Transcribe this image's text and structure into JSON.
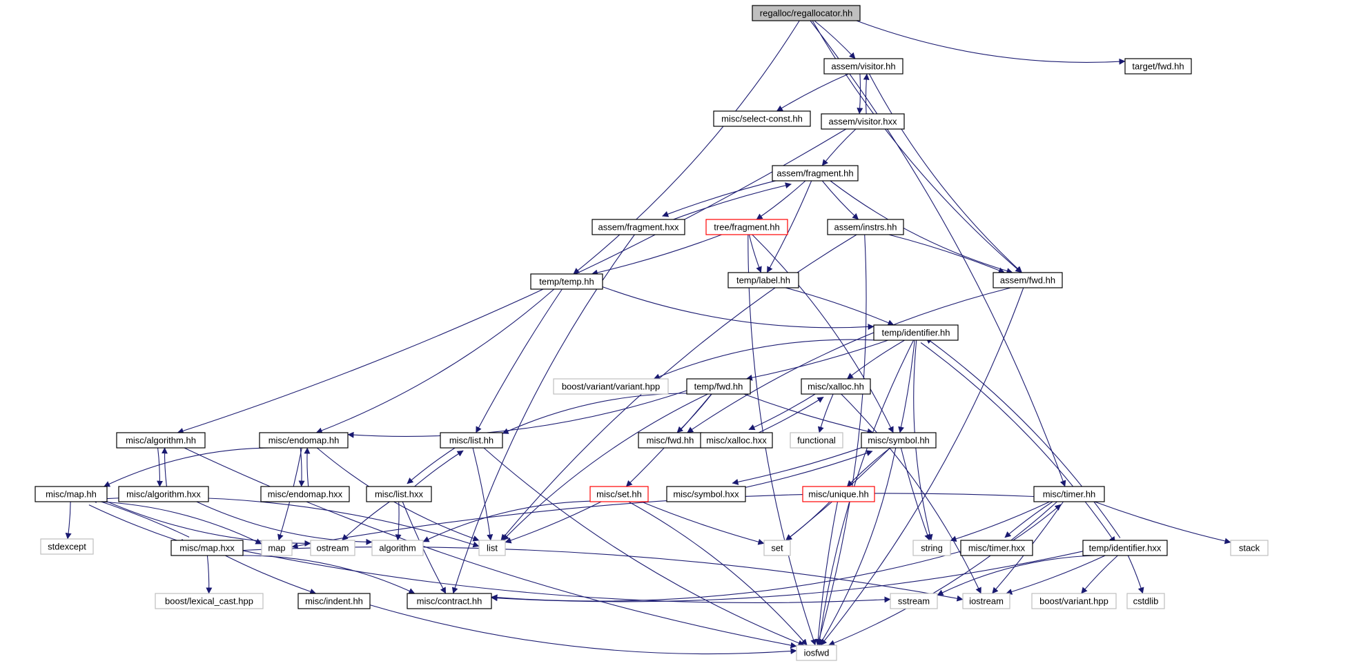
{
  "colors": {
    "edge": "#191970",
    "node_border": "#000000",
    "root_fill": "#bfbfbf",
    "external_border": "#bfbfbf",
    "red_border": "#ff0000",
    "text": "#000000",
    "external_text": "#000000"
  },
  "nodes": [
    {
      "id": "regallocator",
      "label": "regalloc/regallocator.hh",
      "kind": "root"
    },
    {
      "id": "visitor_hh",
      "label": "assem/visitor.hh",
      "kind": "normal"
    },
    {
      "id": "target_fwd",
      "label": "target/fwd.hh",
      "kind": "normal"
    },
    {
      "id": "select_const",
      "label": "misc/select-const.hh",
      "kind": "normal"
    },
    {
      "id": "visitor_hxx",
      "label": "assem/visitor.hxx",
      "kind": "normal"
    },
    {
      "id": "fragment_hh",
      "label": "assem/fragment.hh",
      "kind": "normal"
    },
    {
      "id": "fragment_hxx",
      "label": "assem/fragment.hxx",
      "kind": "normal"
    },
    {
      "id": "tree_fragment",
      "label": "tree/fragment.hh",
      "kind": "red"
    },
    {
      "id": "instrs",
      "label": "assem/instrs.hh",
      "kind": "normal"
    },
    {
      "id": "temp_temp",
      "label": "temp/temp.hh",
      "kind": "normal"
    },
    {
      "id": "temp_label",
      "label": "temp/label.hh",
      "kind": "normal"
    },
    {
      "id": "assem_fwd",
      "label": "assem/fwd.hh",
      "kind": "normal"
    },
    {
      "id": "identifier_hh",
      "label": "temp/identifier.hh",
      "kind": "normal"
    },
    {
      "id": "boost_variant_variant",
      "label": "boost/variant/variant.hpp",
      "kind": "external"
    },
    {
      "id": "temp_fwd",
      "label": "temp/fwd.hh",
      "kind": "normal"
    },
    {
      "id": "xalloc_hh",
      "label": "misc/xalloc.hh",
      "kind": "normal"
    },
    {
      "id": "algorithm_hh",
      "label": "misc/algorithm.hh",
      "kind": "normal"
    },
    {
      "id": "endomap_hh",
      "label": "misc/endomap.hh",
      "kind": "normal"
    },
    {
      "id": "list_hh",
      "label": "misc/list.hh",
      "kind": "normal"
    },
    {
      "id": "misc_fwd",
      "label": "misc/fwd.hh",
      "kind": "normal"
    },
    {
      "id": "xalloc_hxx",
      "label": "misc/xalloc.hxx",
      "kind": "normal"
    },
    {
      "id": "functional",
      "label": "functional",
      "kind": "external"
    },
    {
      "id": "symbol_hh",
      "label": "misc/symbol.hh",
      "kind": "normal"
    },
    {
      "id": "map_hh",
      "label": "misc/map.hh",
      "kind": "normal"
    },
    {
      "id": "algorithm_hxx",
      "label": "misc/algorithm.hxx",
      "kind": "normal"
    },
    {
      "id": "endomap_hxx",
      "label": "misc/endomap.hxx",
      "kind": "normal"
    },
    {
      "id": "list_hxx",
      "label": "misc/list.hxx",
      "kind": "normal"
    },
    {
      "id": "set_hh",
      "label": "misc/set.hh",
      "kind": "red"
    },
    {
      "id": "symbol_hxx",
      "label": "misc/symbol.hxx",
      "kind": "normal"
    },
    {
      "id": "unique_hh",
      "label": "misc/unique.hh",
      "kind": "red"
    },
    {
      "id": "timer_hh",
      "label": "misc/timer.hh",
      "kind": "normal"
    },
    {
      "id": "stdexcept",
      "label": "stdexcept",
      "kind": "external"
    },
    {
      "id": "map_hxx",
      "label": "misc/map.hxx",
      "kind": "normal"
    },
    {
      "id": "map",
      "label": "map",
      "kind": "external"
    },
    {
      "id": "ostream",
      "label": "ostream",
      "kind": "external"
    },
    {
      "id": "algorithm",
      "label": "algorithm",
      "kind": "external"
    },
    {
      "id": "list",
      "label": "list",
      "kind": "external"
    },
    {
      "id": "set",
      "label": "set",
      "kind": "external"
    },
    {
      "id": "string",
      "label": "string",
      "kind": "external"
    },
    {
      "id": "timer_hxx",
      "label": "misc/timer.hxx",
      "kind": "normal"
    },
    {
      "id": "identifier_hxx",
      "label": "temp/identifier.hxx",
      "kind": "normal"
    },
    {
      "id": "stack",
      "label": "stack",
      "kind": "external"
    },
    {
      "id": "lexical_cast",
      "label": "boost/lexical_cast.hpp",
      "kind": "external"
    },
    {
      "id": "indent_hh",
      "label": "misc/indent.hh",
      "kind": "normal"
    },
    {
      "id": "contract_hh",
      "label": "misc/contract.hh",
      "kind": "normal"
    },
    {
      "id": "sstream",
      "label": "sstream",
      "kind": "external"
    },
    {
      "id": "iostream",
      "label": "iostream",
      "kind": "external"
    },
    {
      "id": "boost_variant",
      "label": "boost/variant.hpp",
      "kind": "external"
    },
    {
      "id": "cstdlib",
      "label": "cstdlib",
      "kind": "external"
    },
    {
      "id": "iosfwd",
      "label": "iosfwd",
      "kind": "external"
    }
  ],
  "edges": [
    [
      "regallocator",
      "visitor_hh"
    ],
    [
      "regallocator",
      "target_fwd"
    ],
    [
      "regallocator",
      "temp_temp"
    ],
    [
      "regallocator",
      "assem_fwd"
    ],
    [
      "regallocator",
      "timer_hh"
    ],
    [
      "visitor_hh",
      "select_const"
    ],
    [
      "visitor_hh",
      "visitor_hxx"
    ],
    [
      "visitor_hh",
      "assem_fwd"
    ],
    [
      "visitor_hxx",
      "visitor_hh"
    ],
    [
      "visitor_hxx",
      "fragment_hh"
    ],
    [
      "visitor_hxx",
      "algorithm_hh"
    ],
    [
      "fragment_hh",
      "fragment_hxx"
    ],
    [
      "fragment_hh",
      "tree_fragment"
    ],
    [
      "fragment_hh",
      "instrs"
    ],
    [
      "fragment_hh",
      "temp_label"
    ],
    [
      "fragment_hh",
      "assem_fwd"
    ],
    [
      "fragment_hxx",
      "fragment_hh"
    ],
    [
      "fragment_hxx",
      "contract_hh"
    ],
    [
      "tree_fragment",
      "temp_temp"
    ],
    [
      "tree_fragment",
      "temp_label"
    ],
    [
      "tree_fragment",
      "symbol_hh"
    ],
    [
      "tree_fragment",
      "iosfwd"
    ],
    [
      "instrs",
      "assem_fwd"
    ],
    [
      "instrs",
      "list"
    ],
    [
      "instrs",
      "iosfwd"
    ],
    [
      "temp_temp",
      "identifier_hh"
    ],
    [
      "temp_temp",
      "endomap_hh"
    ],
    [
      "temp_temp",
      "list_hh"
    ],
    [
      "temp_label",
      "identifier_hh"
    ],
    [
      "assem_fwd",
      "misc_fwd"
    ],
    [
      "assem_fwd",
      "iosfwd"
    ],
    [
      "identifier_hh",
      "boost_variant_variant"
    ],
    [
      "identifier_hh",
      "temp_fwd"
    ],
    [
      "identifier_hh",
      "xalloc_hh"
    ],
    [
      "identifier_hh",
      "symbol_hh"
    ],
    [
      "identifier_hh",
      "string"
    ],
    [
      "identifier_hh",
      "identifier_hxx"
    ],
    [
      "identifier_hh",
      "iosfwd"
    ],
    [
      "temp_fwd",
      "endomap_hh"
    ],
    [
      "temp_fwd",
      "list_hh"
    ],
    [
      "temp_fwd",
      "misc_fwd"
    ],
    [
      "temp_fwd",
      "symbol_hh"
    ],
    [
      "temp_fwd",
      "set_hh"
    ],
    [
      "temp_fwd",
      "list"
    ],
    [
      "xalloc_hh",
      "xalloc_hxx"
    ],
    [
      "xalloc_hh",
      "functional"
    ],
    [
      "xalloc_hh",
      "iostream"
    ],
    [
      "xalloc_hxx",
      "xalloc_hh"
    ],
    [
      "algorithm_hh",
      "algorithm_hxx"
    ],
    [
      "algorithm_hh",
      "iosfwd"
    ],
    [
      "algorithm_hxx",
      "algorithm_hh"
    ],
    [
      "algorithm_hxx",
      "algorithm"
    ],
    [
      "endomap_hh",
      "endomap_hxx"
    ],
    [
      "endomap_hh",
      "map_hh"
    ],
    [
      "endomap_hh",
      "map"
    ],
    [
      "endomap_hh",
      "list"
    ],
    [
      "endomap_hxx",
      "endomap_hh"
    ],
    [
      "list_hh",
      "list_hxx"
    ],
    [
      "list_hh",
      "list"
    ],
    [
      "list_hh",
      "iosfwd"
    ],
    [
      "list_hxx",
      "list_hh"
    ],
    [
      "list_hxx",
      "ostream"
    ],
    [
      "list_hxx",
      "algorithm"
    ],
    [
      "list_hxx",
      "contract_hh"
    ],
    [
      "symbol_hh",
      "symbol_hxx"
    ],
    [
      "symbol_hh",
      "unique_hh"
    ],
    [
      "symbol_hh",
      "set"
    ],
    [
      "symbol_hh",
      "string"
    ],
    [
      "symbol_hh",
      "iosfwd"
    ],
    [
      "symbol_hxx",
      "symbol_hh"
    ],
    [
      "unique_hh",
      "set"
    ],
    [
      "unique_hh",
      "iosfwd"
    ],
    [
      "map_hh",
      "stdexcept"
    ],
    [
      "map_hh",
      "map_hxx"
    ],
    [
      "map_hh",
      "map"
    ],
    [
      "map_hh",
      "ostream"
    ],
    [
      "map_hh",
      "list"
    ],
    [
      "map_hxx",
      "map_hh"
    ],
    [
      "map_hxx",
      "lexical_cast"
    ],
    [
      "map_hxx",
      "indent_hh"
    ],
    [
      "map_hxx",
      "contract_hh"
    ],
    [
      "map_hxx",
      "sstream"
    ],
    [
      "map_hxx",
      "iostream"
    ],
    [
      "set_hh",
      "algorithm"
    ],
    [
      "set_hh",
      "list"
    ],
    [
      "set_hh",
      "set"
    ],
    [
      "set_hh",
      "iosfwd"
    ],
    [
      "timer_hh",
      "map"
    ],
    [
      "timer_hh",
      "string"
    ],
    [
      "timer_hh",
      "timer_hxx"
    ],
    [
      "timer_hh",
      "iostream"
    ],
    [
      "timer_hh",
      "stack"
    ],
    [
      "timer_hh",
      "iosfwd"
    ],
    [
      "timer_hxx",
      "timer_hh"
    ],
    [
      "timer_hxx",
      "contract_hh"
    ],
    [
      "identifier_hxx",
      "identifier_hh"
    ],
    [
      "identifier_hxx",
      "contract_hh"
    ],
    [
      "identifier_hxx",
      "sstream"
    ],
    [
      "identifier_hxx",
      "iostream"
    ],
    [
      "identifier_hxx",
      "boost_variant"
    ],
    [
      "identifier_hxx",
      "cstdlib"
    ],
    [
      "indent_hh",
      "iosfwd"
    ]
  ]
}
